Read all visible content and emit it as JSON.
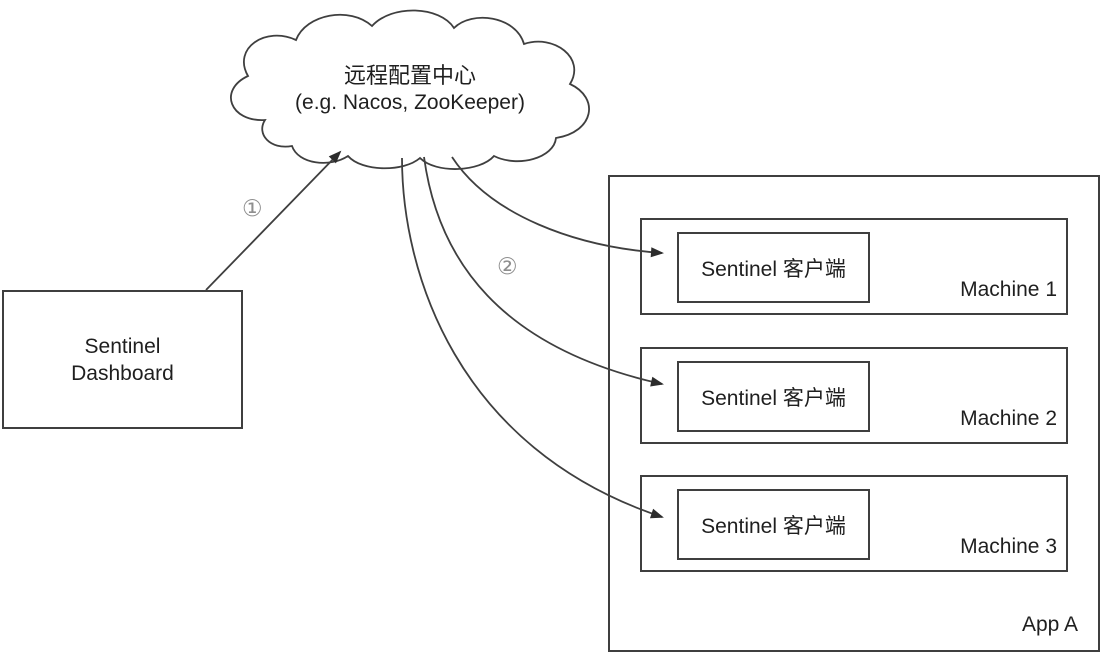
{
  "page": {
    "background_color": "#ffffff",
    "line_color": "#3f3f3f",
    "annotation_color": "#8f8f8f"
  },
  "cloud": {
    "title": "远程配置中心",
    "subtitle": "(e.g. Nacos, ZooKeeper)"
  },
  "dashboard": {
    "label": "Sentinel\nDashboard"
  },
  "app": {
    "label": "App A"
  },
  "machines": [
    {
      "label": "Machine 1",
      "client": "Sentinel 客户端"
    },
    {
      "label": "Machine 2",
      "client": "Sentinel 客户端"
    },
    {
      "label": "Machine 3",
      "client": "Sentinel 客户端"
    }
  ],
  "steps": {
    "step1": "①",
    "step2": "②"
  }
}
